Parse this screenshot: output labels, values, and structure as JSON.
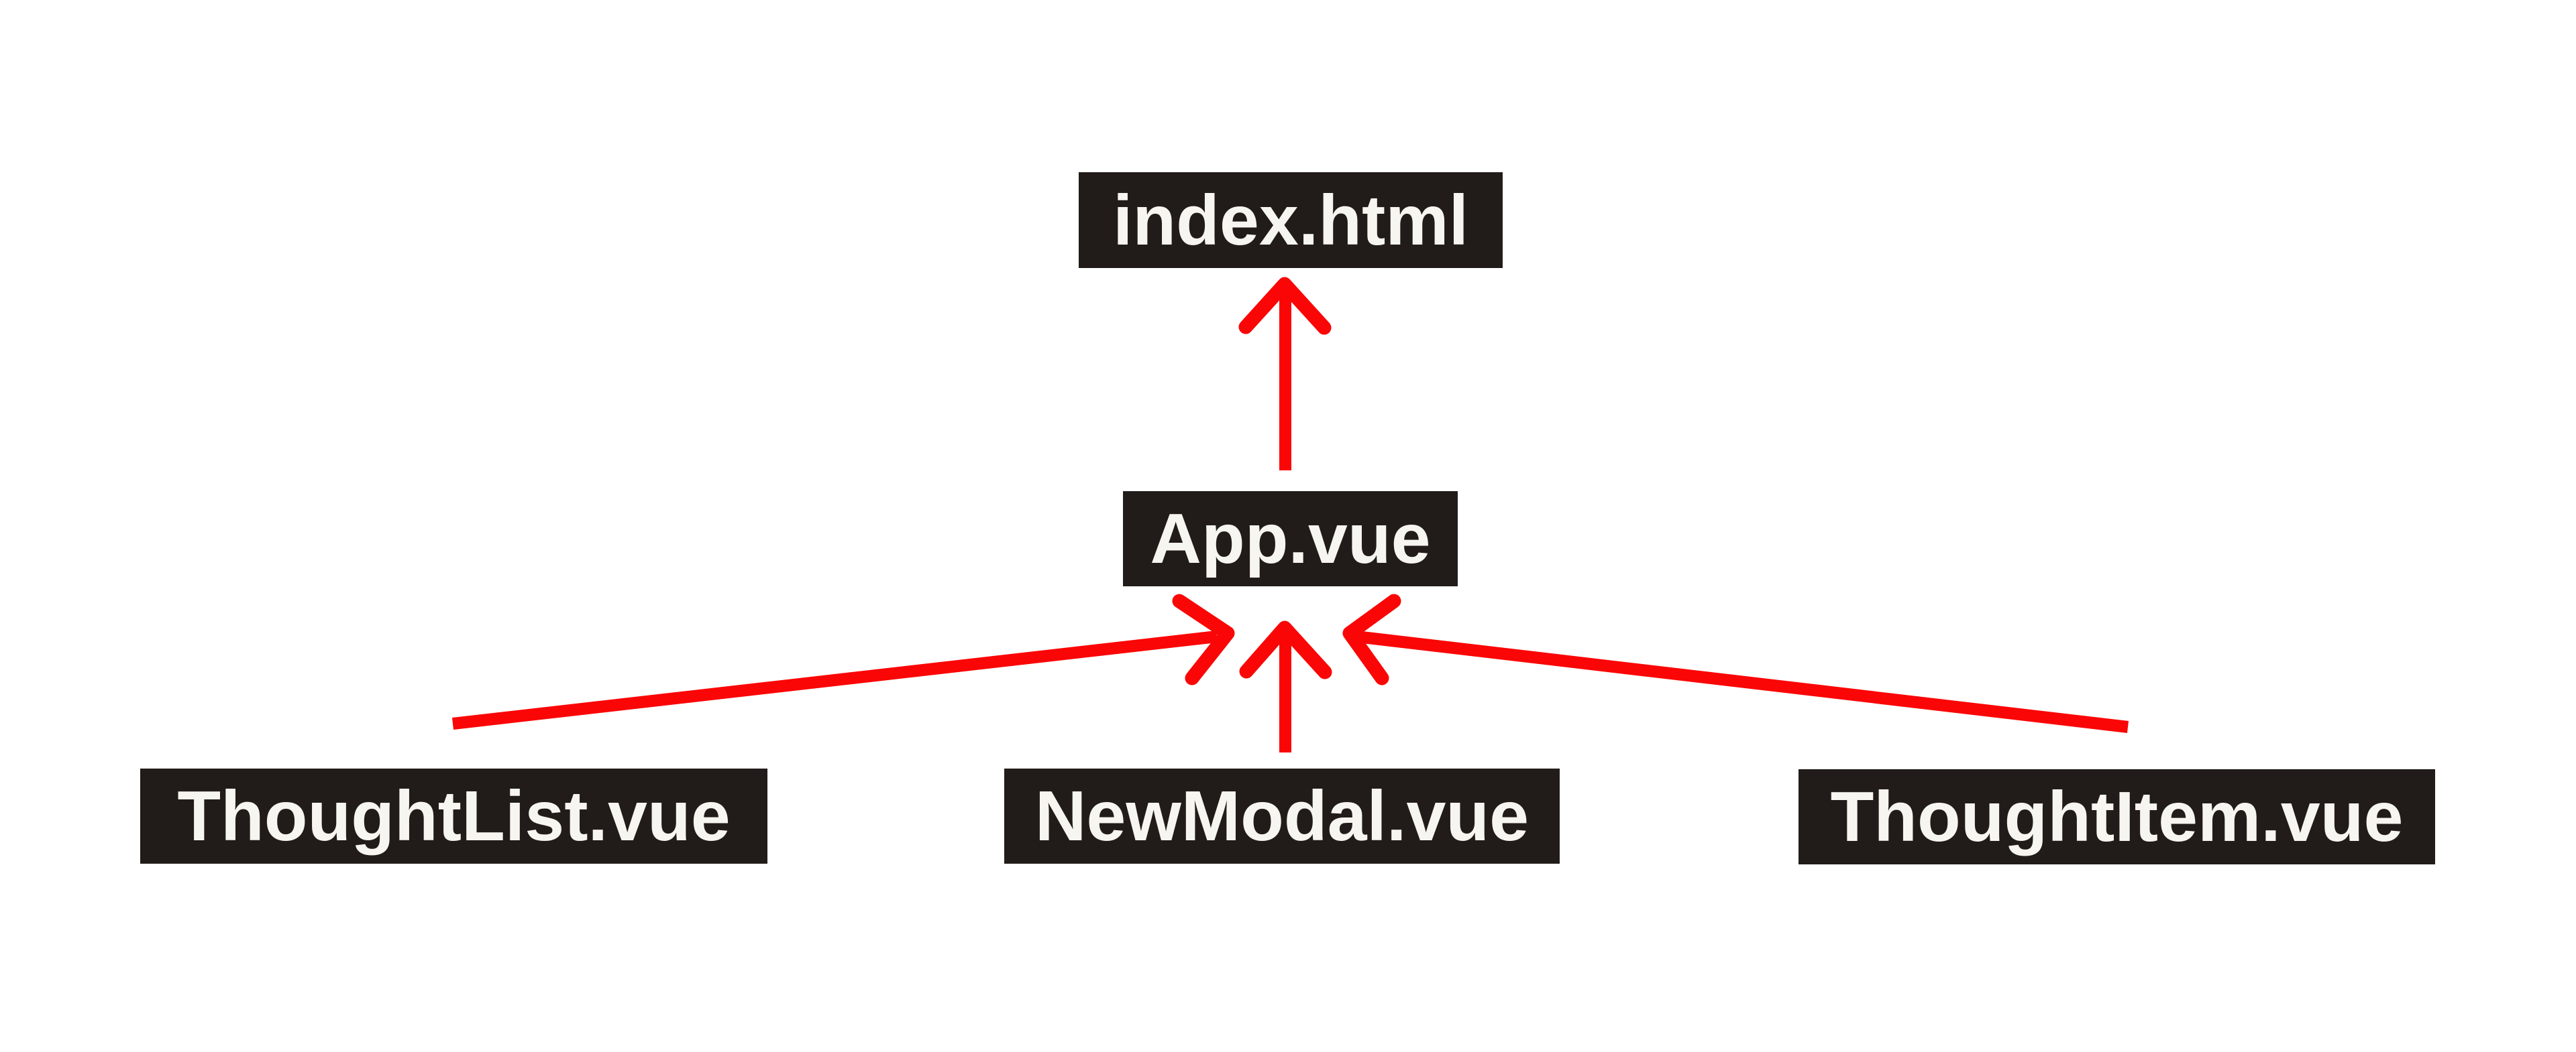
{
  "diagram": {
    "nodes": [
      {
        "id": "index-html",
        "label": "index.html"
      },
      {
        "id": "app-vue",
        "label": "App.vue"
      },
      {
        "id": "thoughtlist-vue",
        "label": "ThoughtList.vue"
      },
      {
        "id": "newmodal-vue",
        "label": "NewModal.vue"
      },
      {
        "id": "thoughtitem-vue",
        "label": "ThoughtItem.vue"
      }
    ],
    "edges": [
      {
        "from": "App.vue",
        "to": "index.html"
      },
      {
        "from": "ThoughtList.vue",
        "to": "App.vue"
      },
      {
        "from": "NewModal.vue",
        "to": "App.vue"
      },
      {
        "from": "ThoughtItem.vue",
        "to": "App.vue"
      }
    ],
    "colors": {
      "background": "#ffffff",
      "box_bg": "#211c19",
      "box_text": "#f7f5f0",
      "arrow": "#fa0606"
    }
  }
}
